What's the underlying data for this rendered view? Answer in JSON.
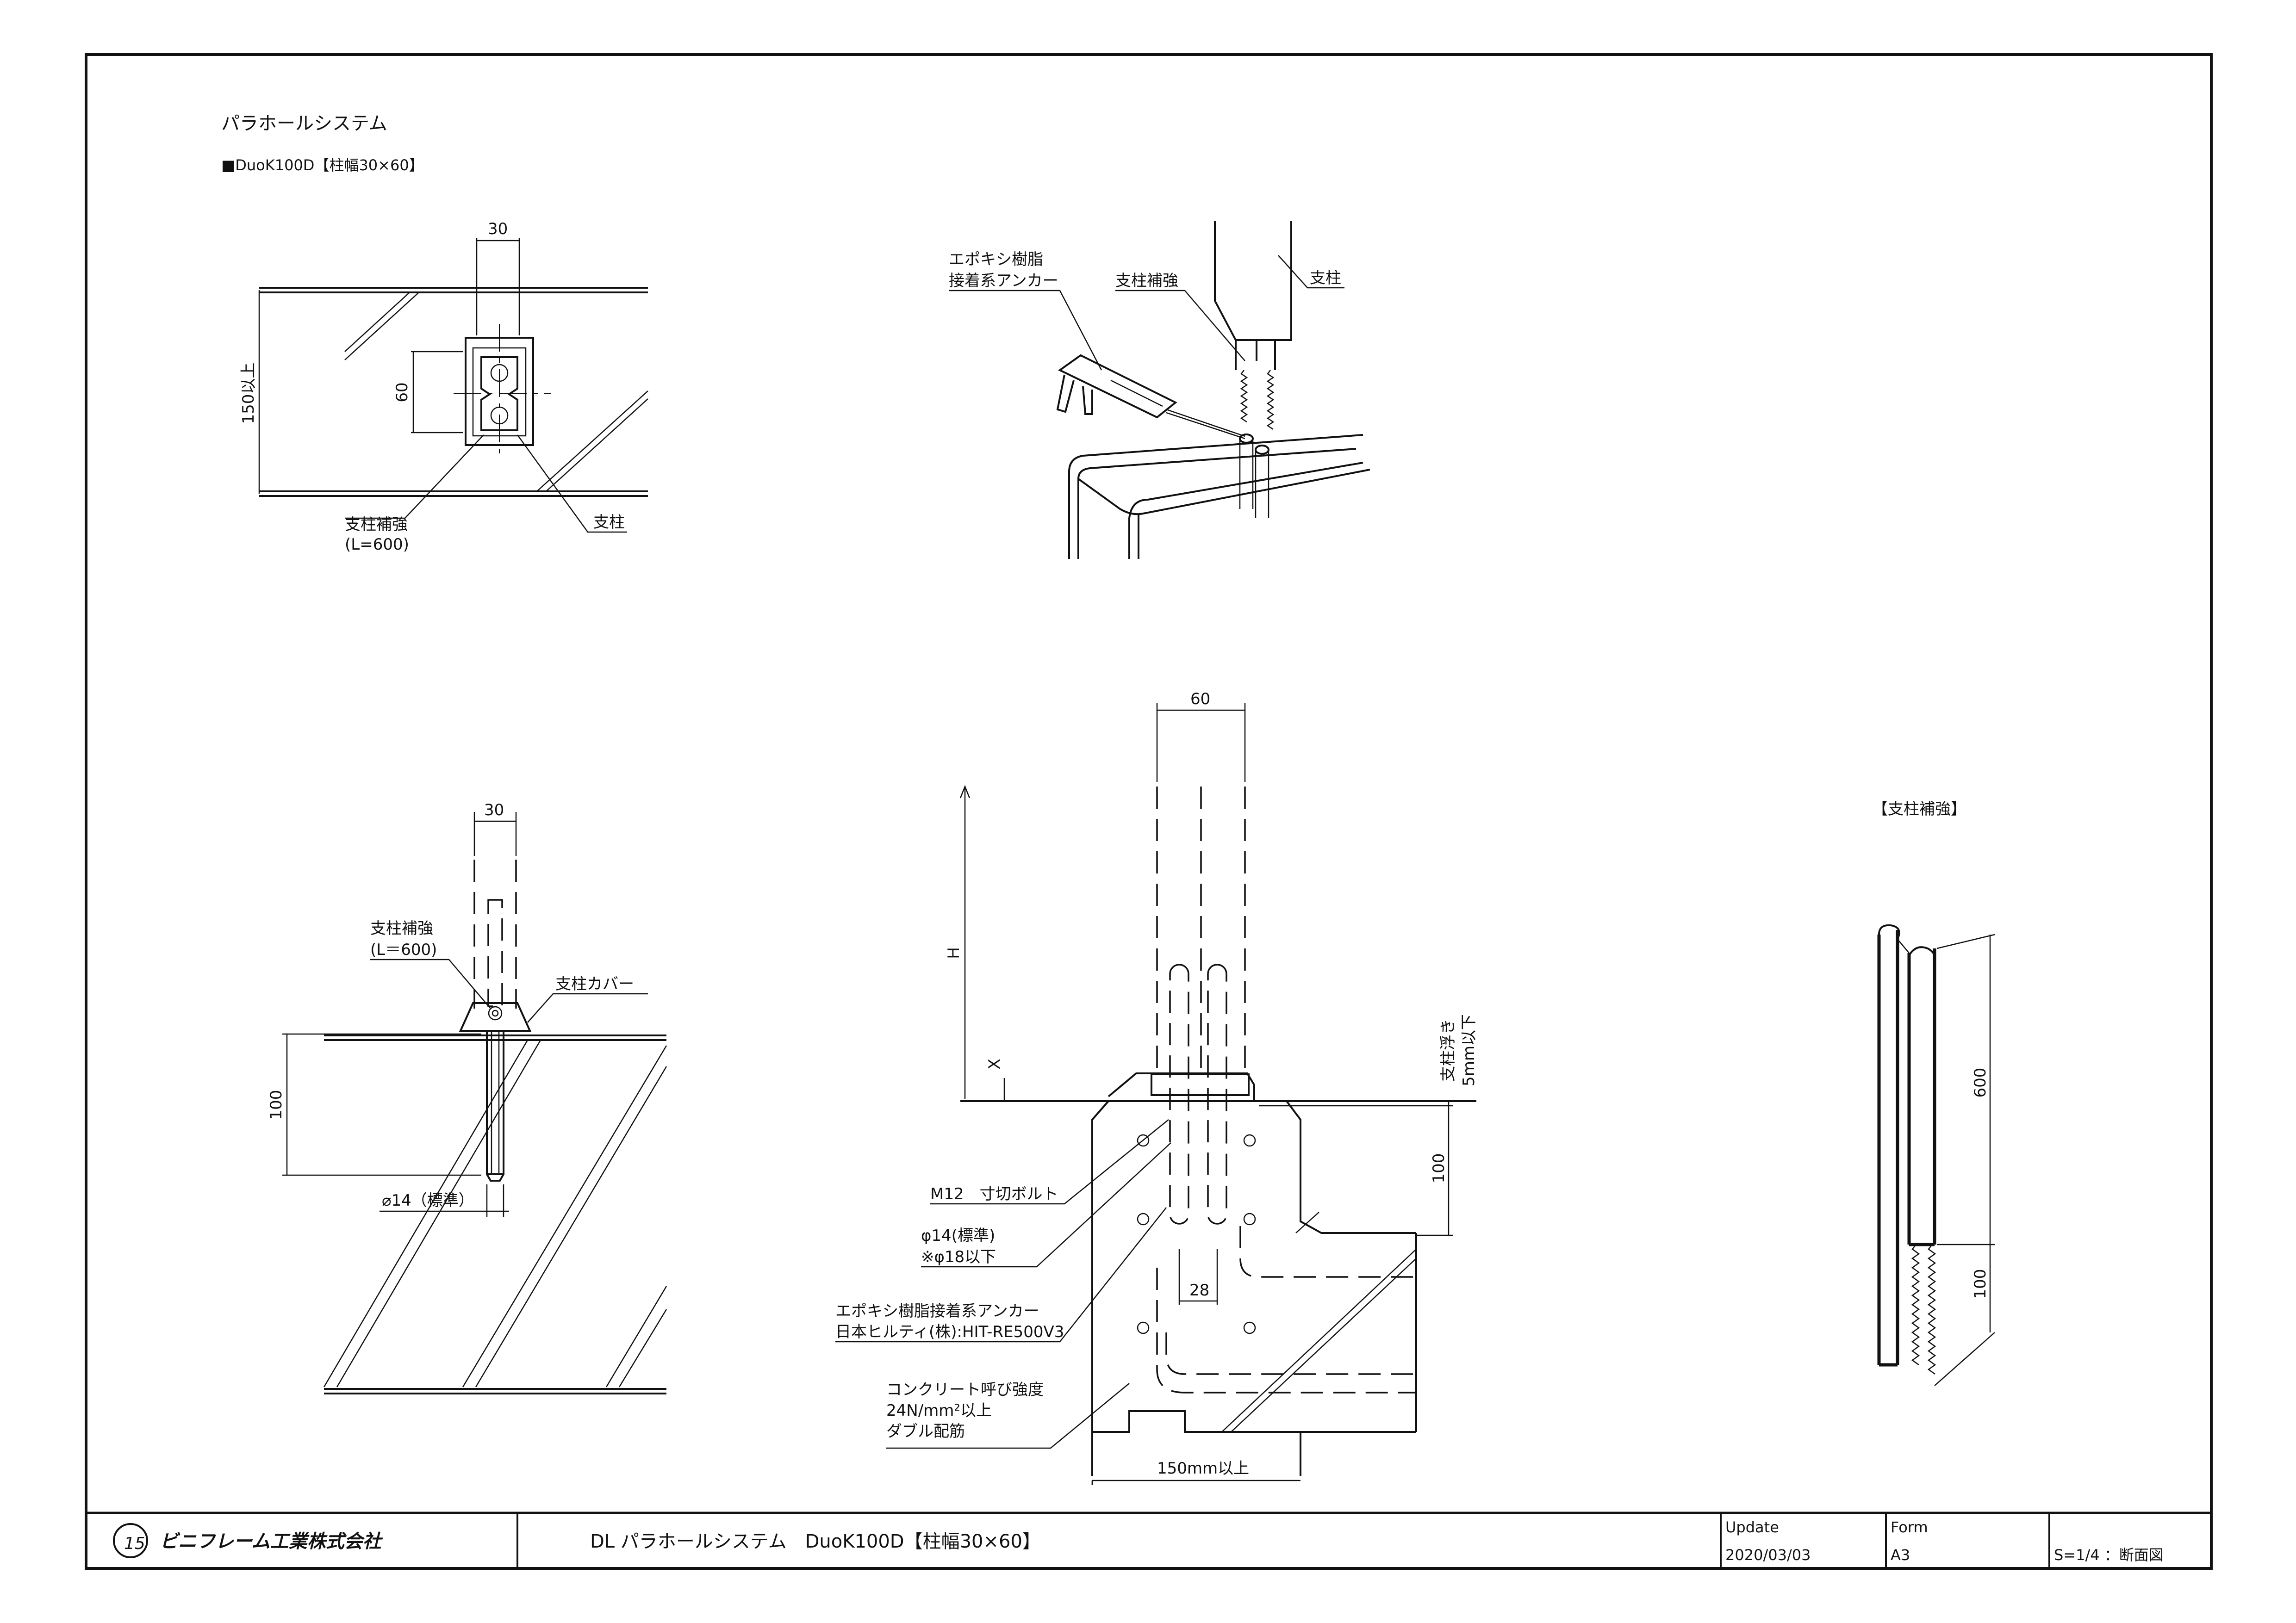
{
  "header": {
    "title": "パラホールシステム",
    "model": "■DuoK100D【柱幅30×60】"
  },
  "plan_view": {
    "dim_width": "30",
    "dim_depth": "150以上",
    "dim_post": "60",
    "label_reinforcement": "支柱補強",
    "label_reinforcement_len": "(L=600)",
    "label_post": "支柱"
  },
  "install_view": {
    "label_anchor_line1": "エポキシ樹脂",
    "label_anchor_line2": "接着系アンカー",
    "label_reinforcement": "支柱補強",
    "label_post": "支柱"
  },
  "side_section": {
    "dim_width": "30",
    "label_reinforcement": "支柱補強",
    "label_reinforcement_len": "(L＝600)",
    "label_cover": "支柱カバー",
    "dim_embed": "100",
    "label_hole": "⌀14（標準）"
  },
  "main_section": {
    "dim_width": "60",
    "dim_h": "H",
    "dim_x": "X",
    "label_float_line1": "支柱浮き",
    "label_float_line2": "5mm以下",
    "dim_embed": "100",
    "label_bolt": "M12　寸切ボルト",
    "label_hole_line1": "φ14(標準)",
    "label_hole_line2": "※φ18以下",
    "dim_pitch": "28",
    "label_anchor_line1": "エポキシ樹脂接着系アンカー",
    "label_anchor_line2": "日本ヒルティ(株):HIT-RE500V3",
    "label_concrete_line1": "コンクリート呼び強度",
    "label_concrete_line2": "24N/mm²以上",
    "label_concrete_line3": "ダブル配筋",
    "dim_min_width": "150mm以上"
  },
  "detail_view": {
    "title": "【支柱補強】",
    "dim_length": "600",
    "dim_anchor": "100"
  },
  "title_block": {
    "company": "ビニフレーム工業株式会社",
    "drawing_title": "DL パラホールシステム　DuoK100D【柱幅30×60】",
    "update_label": "Update",
    "update_value": "2020/03/03",
    "form_label": "Form",
    "form_value": "A3",
    "scale_value": "S=1/4 ：断面図"
  }
}
